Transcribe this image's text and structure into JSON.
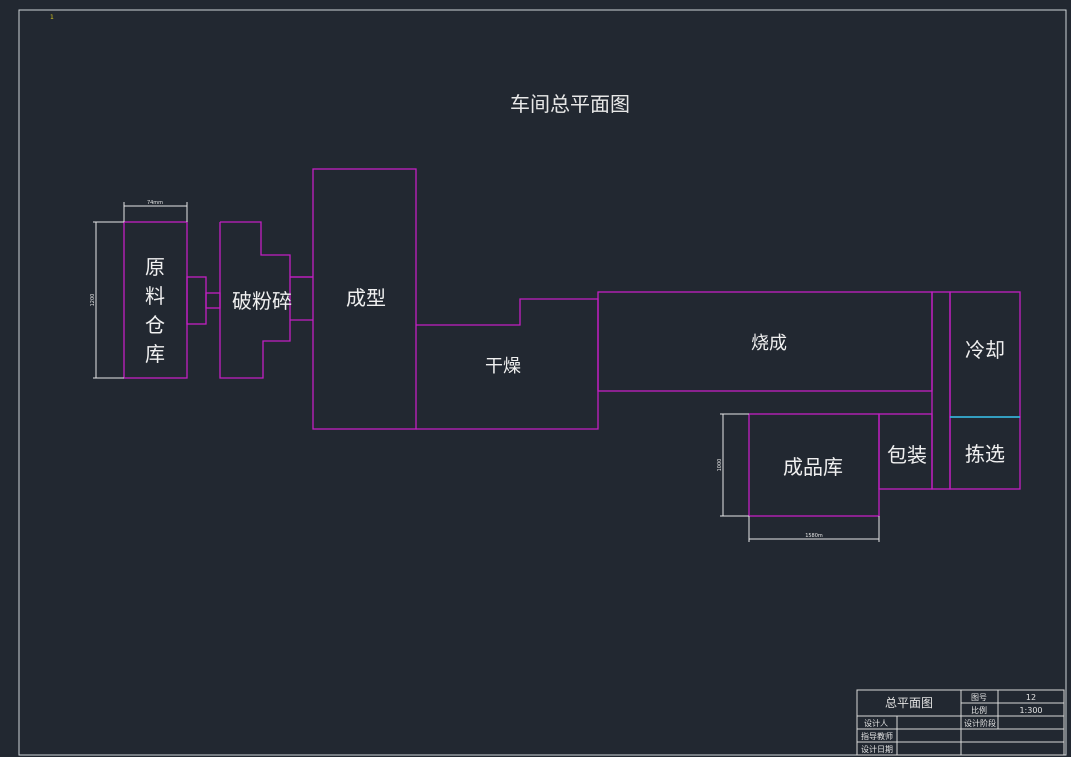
{
  "drawing_title": "车间总平面图",
  "corner_marker": "1",
  "rooms": {
    "raw_material": [
      "原",
      "料",
      "仓",
      "库"
    ],
    "crushing": "破粉碎",
    "forming": "成型",
    "drying": "干燥",
    "firing": "烧成",
    "cooling": "冷却",
    "sorting": "拣选",
    "packing": "包装",
    "product_store": "成品库"
  },
  "dimensions": {
    "raw_width": "74mm",
    "raw_height": "1200",
    "store_height": "1000",
    "store_width": "1580m"
  },
  "title_block": {
    "name": "总平面图",
    "drawing_no_label": "图号",
    "drawing_no": "12",
    "scale_label": "比例",
    "scale": "1:300",
    "designer_label": "设计人",
    "stage_label": "设计阶段",
    "advisor_label": "指导教师",
    "date_label": "设计日期"
  },
  "colors": {
    "background": "#222831",
    "walls": "#c21fc2",
    "dimensions": "#e6e6e6",
    "divider": "#1ec8d8"
  }
}
